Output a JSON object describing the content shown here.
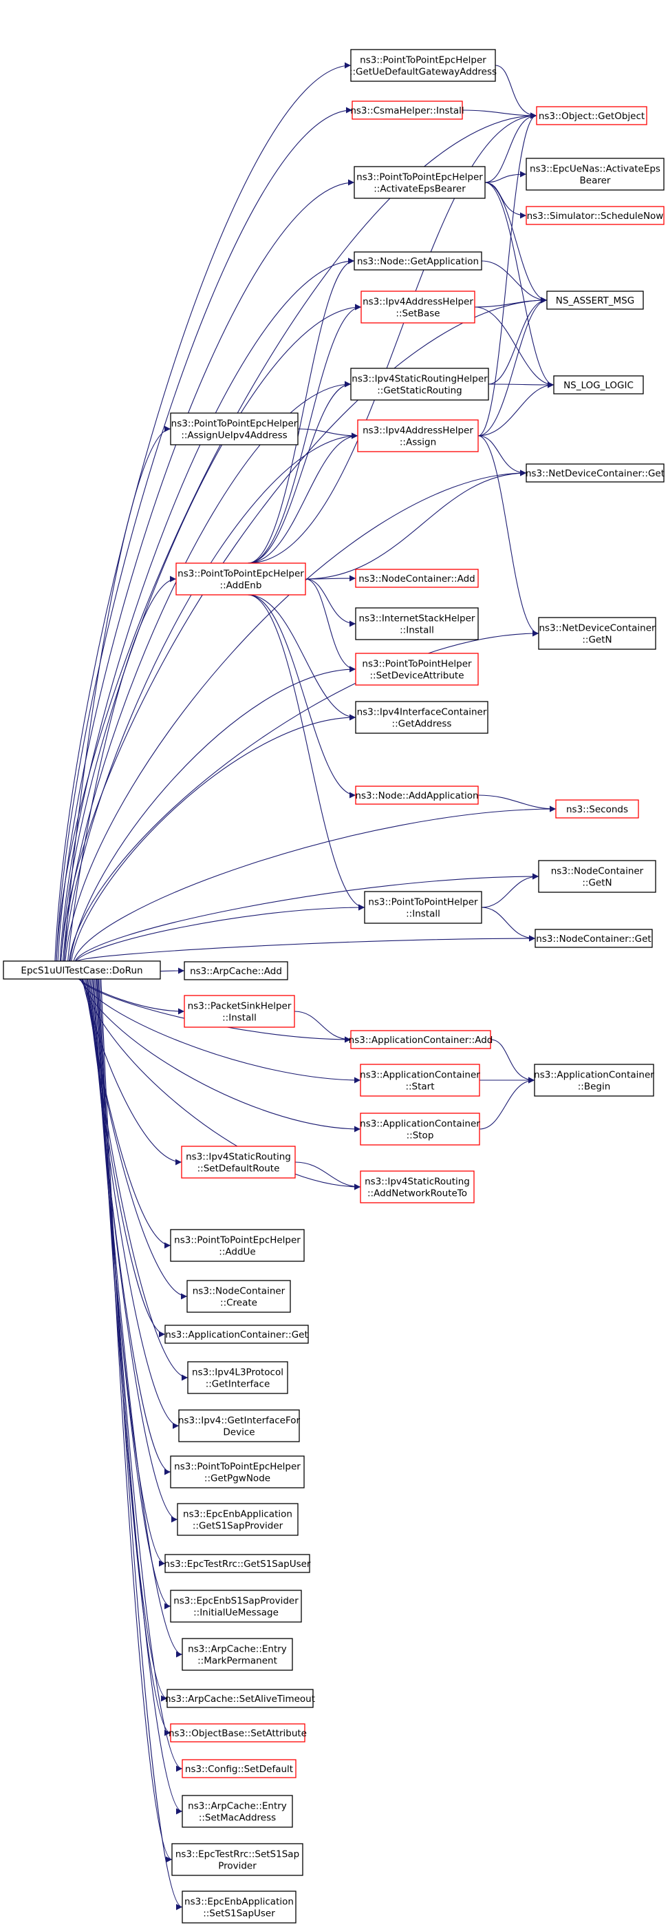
{
  "colors": {
    "edge": "#191970",
    "border_default": "#000000",
    "border_truncated": "#ff0000",
    "root_fill": "#bfbfbf"
  },
  "nodes": [
    {
      "id": "root",
      "lines": [
        "EpcS1uUlTestCase::DoRun"
      ],
      "border": "root"
    },
    {
      "id": "getUeDefaultGw",
      "lines": [
        "ns3::PointToPointEpcHelper",
        "::GetUeDefaultGatewayAddress"
      ],
      "border": "black"
    },
    {
      "id": "csmaInstall",
      "lines": [
        "ns3::CsmaHelper::Install"
      ],
      "border": "red"
    },
    {
      "id": "getObject",
      "lines": [
        "ns3::Object::GetObject"
      ],
      "border": "red"
    },
    {
      "id": "activateEps",
      "lines": [
        "ns3::PointToPointEpcHelper",
        "::ActivateEpsBearer"
      ],
      "border": "black"
    },
    {
      "id": "epcUeNas",
      "lines": [
        "ns3::EpcUeNas::ActivateEps",
        "Bearer"
      ],
      "border": "black"
    },
    {
      "id": "scheduleNow",
      "lines": [
        "ns3::Simulator::ScheduleNow"
      ],
      "border": "red"
    },
    {
      "id": "getApplication",
      "lines": [
        "ns3::Node::GetApplication"
      ],
      "border": "black"
    },
    {
      "id": "setBase",
      "lines": [
        "ns3::Ipv4AddressHelper",
        "::SetBase"
      ],
      "border": "red"
    },
    {
      "id": "nsAssert",
      "lines": [
        "NS_ASSERT_MSG"
      ],
      "border": "black"
    },
    {
      "id": "getStaticRouting",
      "lines": [
        "ns3::Ipv4StaticRoutingHelper",
        "::GetStaticRouting"
      ],
      "border": "black"
    },
    {
      "id": "nsLog",
      "lines": [
        "NS_LOG_LOGIC"
      ],
      "border": "black"
    },
    {
      "id": "assignUeIpv4",
      "lines": [
        "ns3::PointToPointEpcHelper",
        "::AssignUeIpv4Address"
      ],
      "border": "black"
    },
    {
      "id": "assign",
      "lines": [
        "ns3::Ipv4AddressHelper",
        "::Assign"
      ],
      "border": "red"
    },
    {
      "id": "ndcGet",
      "lines": [
        "ns3::NetDeviceContainer::Get"
      ],
      "border": "black"
    },
    {
      "id": "addEnb",
      "lines": [
        "ns3::PointToPointEpcHelper",
        "::AddEnb"
      ],
      "border": "red"
    },
    {
      "id": "ncAdd",
      "lines": [
        "ns3::NodeContainer::Add"
      ],
      "border": "red"
    },
    {
      "id": "internetStack",
      "lines": [
        "ns3::InternetStackHelper",
        "::Install"
      ],
      "border": "black"
    },
    {
      "id": "ndcGetN",
      "lines": [
        "ns3::NetDeviceContainer",
        "::GetN"
      ],
      "border": "black"
    },
    {
      "id": "setDeviceAttr",
      "lines": [
        "ns3::PointToPointHelper",
        "::SetDeviceAttribute"
      ],
      "border": "red"
    },
    {
      "id": "getAddress",
      "lines": [
        "ns3::Ipv4InterfaceContainer",
        "::GetAddress"
      ],
      "border": "black"
    },
    {
      "id": "addApplication",
      "lines": [
        "ns3::Node::AddApplication"
      ],
      "border": "red"
    },
    {
      "id": "seconds",
      "lines": [
        "ns3::Seconds"
      ],
      "border": "red"
    },
    {
      "id": "ncGetN",
      "lines": [
        "ns3::NodeContainer",
        "::GetN"
      ],
      "border": "black"
    },
    {
      "id": "p2pInstall",
      "lines": [
        "ns3::PointToPointHelper",
        "::Install"
      ],
      "border": "black"
    },
    {
      "id": "ncGet",
      "lines": [
        "ns3::NodeContainer::Get"
      ],
      "border": "black"
    },
    {
      "id": "arpAdd",
      "lines": [
        "ns3::ArpCache::Add"
      ],
      "border": "black"
    },
    {
      "id": "packetSink",
      "lines": [
        "ns3::PacketSinkHelper",
        "::Install"
      ],
      "border": "red"
    },
    {
      "id": "acAdd",
      "lines": [
        "ns3::ApplicationContainer::Add"
      ],
      "border": "red"
    },
    {
      "id": "acStart",
      "lines": [
        "ns3::ApplicationContainer",
        "::Start"
      ],
      "border": "red"
    },
    {
      "id": "acBegin",
      "lines": [
        "ns3::ApplicationContainer",
        "::Begin"
      ],
      "border": "black"
    },
    {
      "id": "acStop",
      "lines": [
        "ns3::ApplicationContainer",
        "::Stop"
      ],
      "border": "red"
    },
    {
      "id": "setDefaultRoute",
      "lines": [
        "ns3::Ipv4StaticRouting",
        "::SetDefaultRoute"
      ],
      "border": "red"
    },
    {
      "id": "addNetworkRoute",
      "lines": [
        "ns3::Ipv4StaticRouting",
        "::AddNetworkRouteTo"
      ],
      "border": "red"
    },
    {
      "id": "addUe",
      "lines": [
        "ns3::PointToPointEpcHelper",
        "::AddUe"
      ],
      "border": "black"
    },
    {
      "id": "ncCreate",
      "lines": [
        "ns3::NodeContainer",
        "::Create"
      ],
      "border": "black"
    },
    {
      "id": "acGet",
      "lines": [
        "ns3::ApplicationContainer::Get"
      ],
      "border": "black"
    },
    {
      "id": "getInterface",
      "lines": [
        "ns3::Ipv4L3Protocol",
        "::GetInterface"
      ],
      "border": "black"
    },
    {
      "id": "getIfForDevice",
      "lines": [
        "ns3::Ipv4::GetInterfaceFor",
        "Device"
      ],
      "border": "black"
    },
    {
      "id": "getPgwNode",
      "lines": [
        "ns3::PointToPointEpcHelper",
        "::GetPgwNode"
      ],
      "border": "black"
    },
    {
      "id": "getS1SapProvider",
      "lines": [
        "ns3::EpcEnbApplication",
        "::GetS1SapProvider"
      ],
      "border": "black"
    },
    {
      "id": "getS1SapUser",
      "lines": [
        "ns3::EpcTestRrc::GetS1SapUser"
      ],
      "border": "black"
    },
    {
      "id": "initialUeMsg",
      "lines": [
        "ns3::EpcEnbS1SapProvider",
        "::InitialUeMessage"
      ],
      "border": "black"
    },
    {
      "id": "markPermanent",
      "lines": [
        "ns3::ArpCache::Entry",
        "::MarkPermanent"
      ],
      "border": "black"
    },
    {
      "id": "setAliveTimeout",
      "lines": [
        "ns3::ArpCache::SetAliveTimeout"
      ],
      "border": "black"
    },
    {
      "id": "setAttribute",
      "lines": [
        "ns3::ObjectBase::SetAttribute"
      ],
      "border": "red"
    },
    {
      "id": "configSetDefault",
      "lines": [
        "ns3::Config::SetDefault"
      ],
      "border": "red"
    },
    {
      "id": "setMacAddress",
      "lines": [
        "ns3::ArpCache::Entry",
        "::SetMacAddress"
      ],
      "border": "black"
    },
    {
      "id": "setS1SapProvider",
      "lines": [
        "ns3::EpcTestRrc::SetS1Sap",
        "Provider"
      ],
      "border": "black"
    },
    {
      "id": "setS1SapUser",
      "lines": [
        "ns3::EpcEnbApplication",
        "::SetS1SapUser"
      ],
      "border": "black"
    }
  ],
  "edges": [
    [
      "root",
      "getUeDefaultGw"
    ],
    [
      "root",
      "csmaInstall"
    ],
    [
      "root",
      "getObject"
    ],
    [
      "root",
      "activateEps"
    ],
    [
      "root",
      "getApplication"
    ],
    [
      "root",
      "setBase"
    ],
    [
      "root",
      "nsAssert"
    ],
    [
      "root",
      "getStaticRouting"
    ],
    [
      "root",
      "assignUeIpv4"
    ],
    [
      "root",
      "assign"
    ],
    [
      "root",
      "ndcGet"
    ],
    [
      "root",
      "addEnb"
    ],
    [
      "root",
      "setDeviceAttr"
    ],
    [
      "root",
      "getAddress"
    ],
    [
      "root",
      "ndcGetN"
    ],
    [
      "root",
      "seconds"
    ],
    [
      "root",
      "ncGetN"
    ],
    [
      "root",
      "p2pInstall"
    ],
    [
      "root",
      "ncGet"
    ],
    [
      "root",
      "arpAdd"
    ],
    [
      "root",
      "packetSink"
    ],
    [
      "root",
      "acAdd"
    ],
    [
      "root",
      "acStart"
    ],
    [
      "root",
      "acStop"
    ],
    [
      "root",
      "setDefaultRoute"
    ],
    [
      "root",
      "addNetworkRoute"
    ],
    [
      "root",
      "addUe"
    ],
    [
      "root",
      "ncCreate"
    ],
    [
      "root",
      "acGet"
    ],
    [
      "root",
      "getInterface"
    ],
    [
      "root",
      "getIfForDevice"
    ],
    [
      "root",
      "getPgwNode"
    ],
    [
      "root",
      "getS1SapProvider"
    ],
    [
      "root",
      "getS1SapUser"
    ],
    [
      "root",
      "initialUeMsg"
    ],
    [
      "root",
      "markPermanent"
    ],
    [
      "root",
      "setAliveTimeout"
    ],
    [
      "root",
      "setAttribute"
    ],
    [
      "root",
      "configSetDefault"
    ],
    [
      "root",
      "setMacAddress"
    ],
    [
      "root",
      "setS1SapProvider"
    ],
    [
      "root",
      "setS1SapUser"
    ],
    [
      "getUeDefaultGw",
      "getObject"
    ],
    [
      "csmaInstall",
      "getObject"
    ],
    [
      "activateEps",
      "getObject"
    ],
    [
      "activateEps",
      "epcUeNas"
    ],
    [
      "activateEps",
      "scheduleNow"
    ],
    [
      "activateEps",
      "nsAssert"
    ],
    [
      "activateEps",
      "nsLog"
    ],
    [
      "getApplication",
      "nsAssert"
    ],
    [
      "setBase",
      "nsAssert"
    ],
    [
      "setBase",
      "nsLog"
    ],
    [
      "getStaticRouting",
      "nsAssert"
    ],
    [
      "getStaticRouting",
      "nsLog"
    ],
    [
      "assignUeIpv4",
      "assign"
    ],
    [
      "assign",
      "getObject"
    ],
    [
      "assign",
      "nsAssert"
    ],
    [
      "assign",
      "nsLog"
    ],
    [
      "assign",
      "ndcGet"
    ],
    [
      "assign",
      "ndcGetN"
    ],
    [
      "addEnb",
      "getObject"
    ],
    [
      "addEnb",
      "getApplication"
    ],
    [
      "addEnb",
      "setBase"
    ],
    [
      "addEnb",
      "getStaticRouting"
    ],
    [
      "addEnb",
      "assign"
    ],
    [
      "addEnb",
      "ndcGet"
    ],
    [
      "addEnb",
      "ncAdd"
    ],
    [
      "addEnb",
      "internetStack"
    ],
    [
      "addEnb",
      "setDeviceAttr"
    ],
    [
      "addEnb",
      "getAddress"
    ],
    [
      "addEnb",
      "addApplication"
    ],
    [
      "addEnb",
      "p2pInstall"
    ],
    [
      "addApplication",
      "seconds"
    ],
    [
      "p2pInstall",
      "ncGetN"
    ],
    [
      "p2pInstall",
      "ncGet"
    ],
    [
      "packetSink",
      "acAdd"
    ],
    [
      "acAdd",
      "acBegin"
    ],
    [
      "acStart",
      "acBegin"
    ],
    [
      "acStop",
      "acBegin"
    ],
    [
      "setDefaultRoute",
      "addNetworkRoute"
    ]
  ]
}
